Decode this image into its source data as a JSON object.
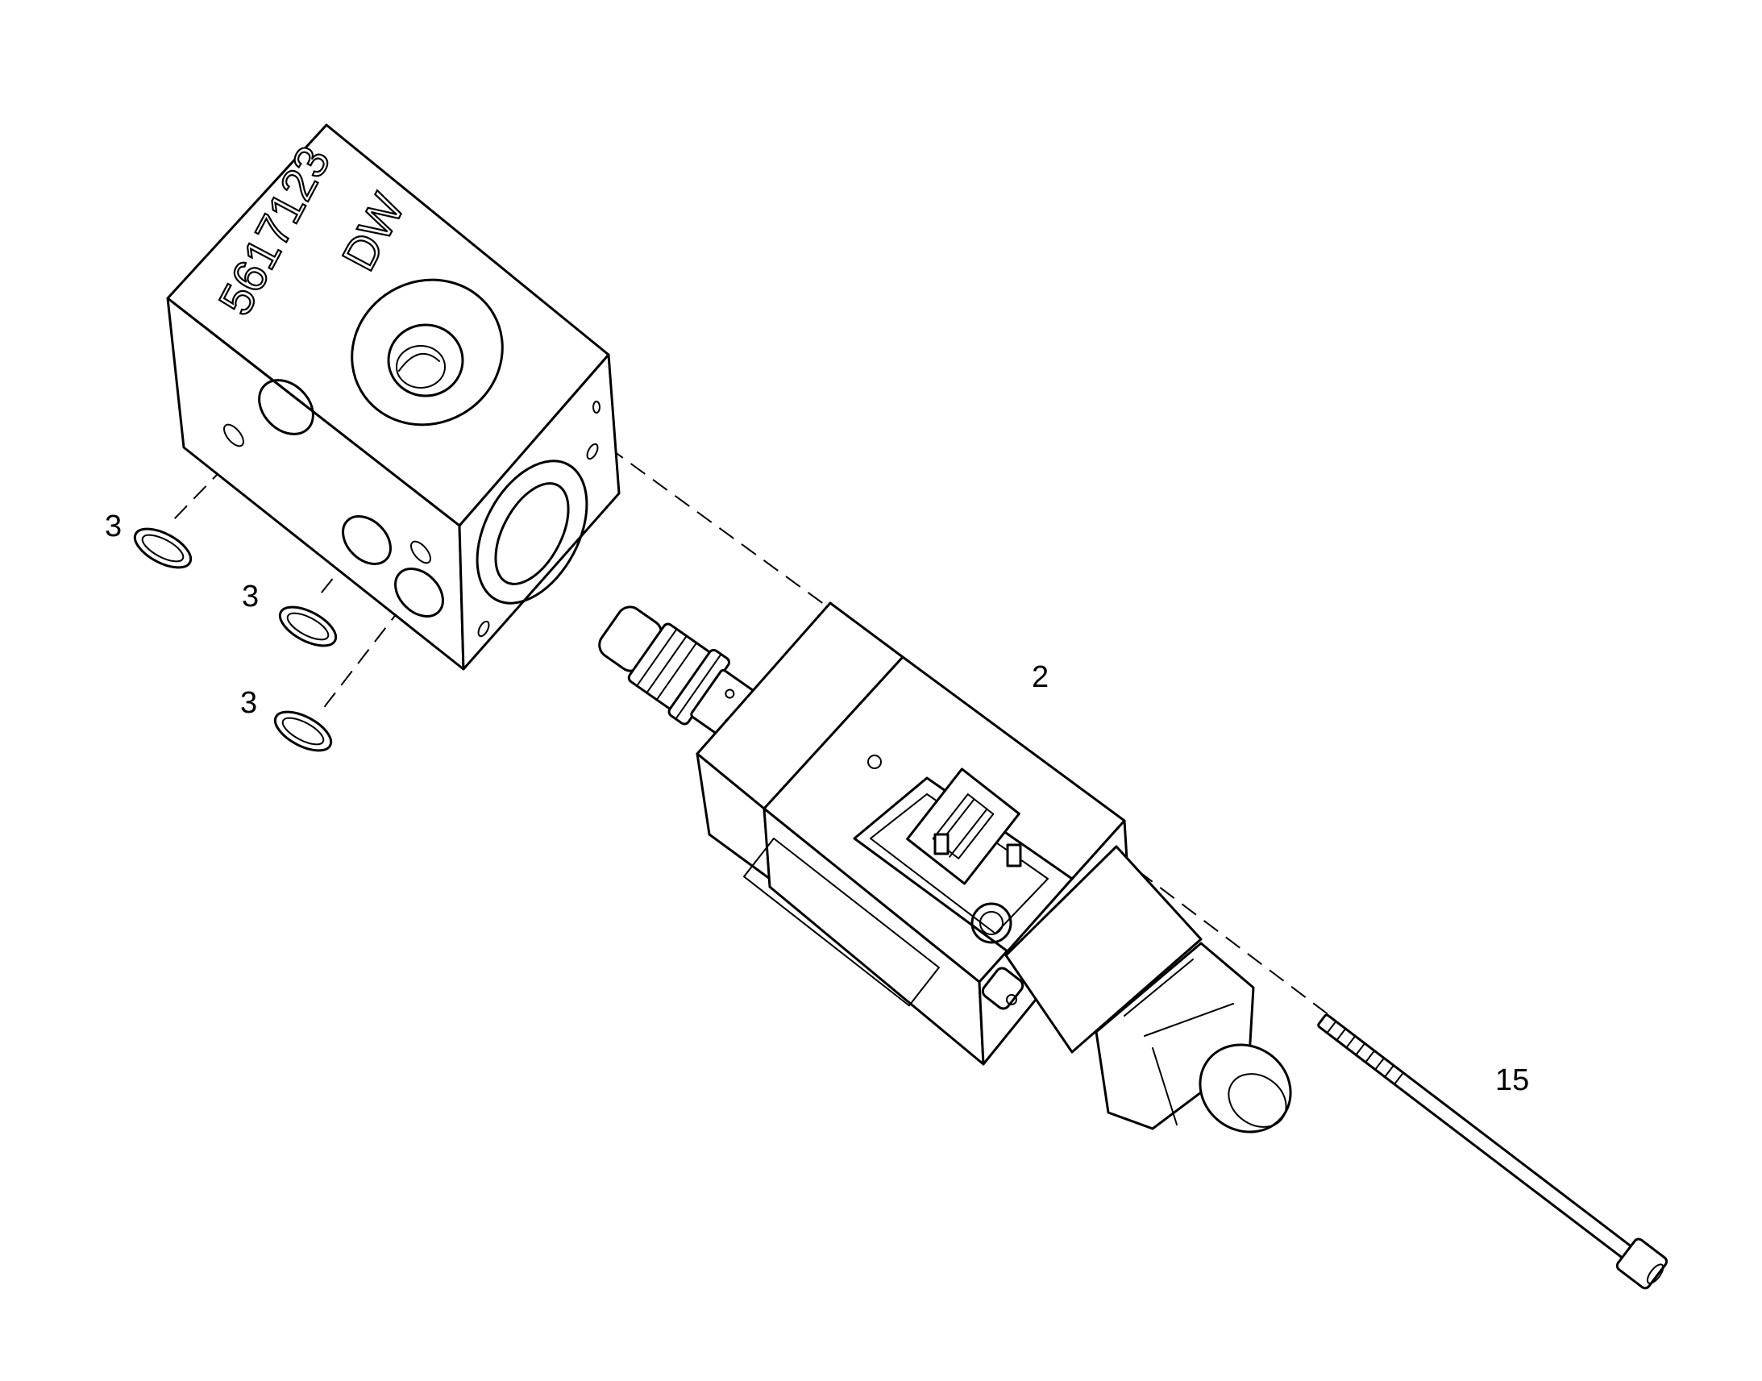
{
  "block": {
    "part_number": "5617123",
    "marking": "DW"
  },
  "callouts": {
    "seal_a": "3",
    "seal_b": "3",
    "seal_c": "3",
    "valve": "2",
    "screw": "15"
  },
  "colors": {
    "line": "#000000",
    "background": "#ffffff"
  }
}
